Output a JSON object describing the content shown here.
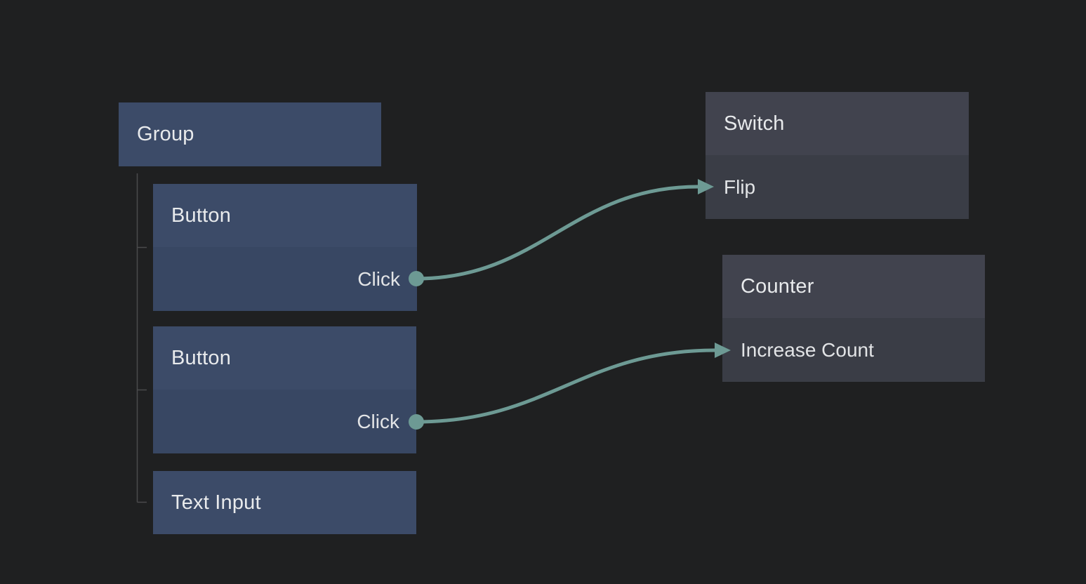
{
  "app": {
    "name": "node-graph-editor",
    "background_color": "#1f2021"
  },
  "palette": {
    "blue_node_header": "#3c4b68",
    "blue_node_body": "#384763",
    "gray_node_header": "#41434e",
    "gray_node_body": "#3a3d46",
    "wire_accent": "#6d9a94",
    "tree_line": "#4a4b4c",
    "text_primary": "#e8eaec"
  },
  "nodes": {
    "group": {
      "title": "Group"
    },
    "button1": {
      "title": "Button",
      "ports": {
        "click": {
          "label": "Click",
          "direction": "output"
        }
      }
    },
    "button2": {
      "title": "Button",
      "ports": {
        "click": {
          "label": "Click",
          "direction": "output"
        }
      }
    },
    "text_input": {
      "title": "Text Input"
    },
    "switch": {
      "title": "Switch",
      "ports": {
        "flip": {
          "label": "Flip",
          "direction": "input"
        }
      }
    },
    "counter": {
      "title": "Counter",
      "ports": {
        "increase_count": {
          "label": "Increase Count",
          "direction": "input"
        }
      }
    }
  },
  "hierarchy": {
    "parent": "Group",
    "children": [
      "Button",
      "Button",
      "Text Input"
    ]
  },
  "connections": [
    {
      "from_node": "Button",
      "from_port": "Click",
      "to_node": "Switch",
      "to_port": "Flip"
    },
    {
      "from_node": "Button",
      "from_port": "Click",
      "to_node": "Counter",
      "to_port": "Increase Count"
    }
  ]
}
